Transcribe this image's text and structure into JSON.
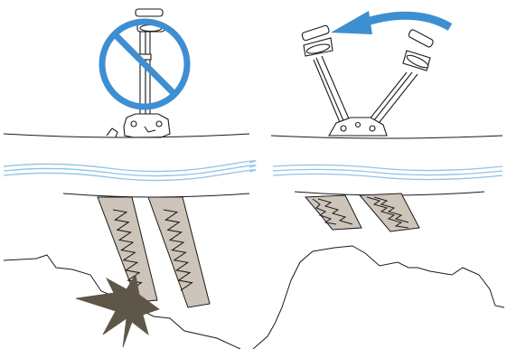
{
  "figure": {
    "panels": [
      {
        "name": "left-panel",
        "state": "pedals-down",
        "overlay_icon": "prohibited-icon",
        "overlay_color": "#3d8fd1",
        "fins_color": "#cdc5b9",
        "impact_icon": "impact-burst-icon",
        "impact_color": "#5e5648"
      },
      {
        "name": "right-panel",
        "state": "pedals-raised",
        "overlay_icon": "curved-arrow-icon",
        "overlay_color": "#3d8fd1",
        "fins_color": "#cdc5b9"
      }
    ],
    "water_color": "#8fc3e8",
    "line_color": "#1a1a1a"
  }
}
